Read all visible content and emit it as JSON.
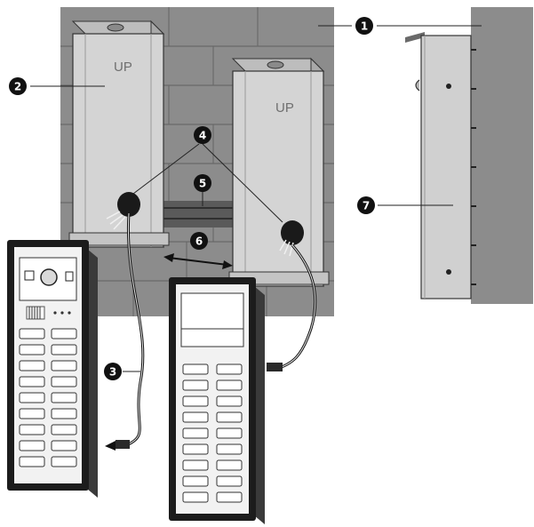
{
  "figure": {
    "box_marking": "UP",
    "callouts": [
      {
        "id": "callout-1",
        "number": "1"
      },
      {
        "id": "callout-2",
        "number": "2"
      },
      {
        "id": "callout-3",
        "number": "3"
      },
      {
        "id": "callout-4",
        "number": "4"
      },
      {
        "id": "callout-5",
        "number": "5"
      },
      {
        "id": "callout-6",
        "number": "6"
      },
      {
        "id": "callout-7",
        "number": "7"
      }
    ]
  },
  "colors": {
    "wall": "#8c8c8c",
    "box": "#d4d4d4",
    "panel_frame": "#1c1c1c",
    "panel_face": "#f2f2f2",
    "callout_fill": "#111111"
  }
}
